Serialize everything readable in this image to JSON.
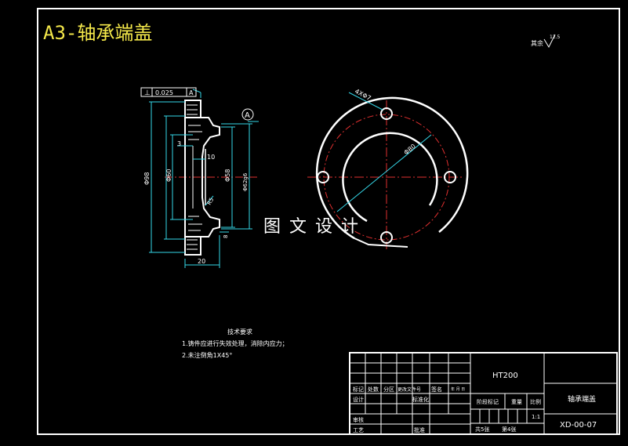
{
  "drawing": {
    "title": "A3-轴承端盖",
    "watermark": "图文设计",
    "roughness_label": "其余",
    "roughness_value": "12.5"
  },
  "section_view": {
    "tolerance_symbol": "⊥",
    "tolerance_value": "0.025",
    "tolerance_datum": "A",
    "datum_label": "A",
    "dims": {
      "d98": "Φ98",
      "d60": "Φ60",
      "d58": "Φ58",
      "d62": "Φ62g6",
      "d3": "3",
      "d10": "10",
      "d20": "20",
      "r5": "R5",
      "d8": "8"
    }
  },
  "front_view": {
    "holes_label": "4XΦ7",
    "bolt_circle_label": "Φ80"
  },
  "tech_notes": {
    "heading": "技术要求",
    "items": [
      "1.铸件应进行失效处理，消除内应力；",
      "2.未注倒角1X45°"
    ]
  },
  "title_block": {
    "material": "HT200",
    "part_name": "轴承端盖",
    "drawing_no": "XD-00-07",
    "scale_value": "1:1",
    "total_sheets": "共5张",
    "sheet_no": "第4张",
    "labels": {
      "biaoji": "标记",
      "chushu": "处数",
      "fenqu": "分区",
      "wenjian": "更改文件号",
      "qianming": "签名",
      "date": "年 月 日",
      "sheji": "设计",
      "biaozhun": "标准化",
      "jieduan": "阶段标记",
      "zhongliang": "重量",
      "bili": "比例",
      "shenhe": "审核",
      "gongyi": "工艺",
      "pizhun": "批准"
    }
  }
}
